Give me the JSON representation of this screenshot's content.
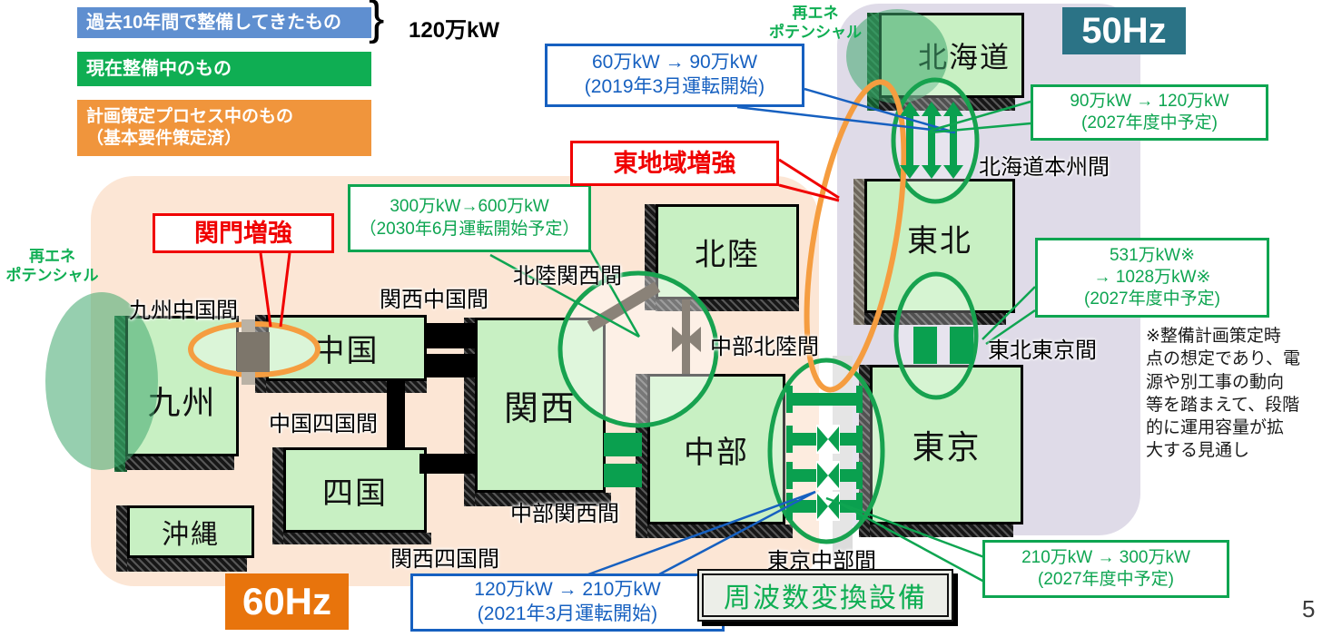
{
  "page": {
    "number": "5"
  },
  "legend": {
    "past10": "過去10年間で整備してきたもの",
    "past10_value": "120万kW",
    "current": "現在整備中のもの",
    "planning_line1": "計画策定プロセス中のもの",
    "planning_line2": "（基本要件策定済）",
    "colors": {
      "past10": "#5f8fd0",
      "current": "#0fae53",
      "planning": "#f0953c"
    }
  },
  "zones": {
    "east": "50Hz",
    "west": "60Hz",
    "east_color": "#2b7386",
    "west_color": "#e8740c"
  },
  "regions": {
    "hokkaido": "北海道",
    "tohoku": "東北",
    "tokyo": "東京",
    "chubu": "中部",
    "hokuriku": "北陸",
    "kansai": "関西",
    "chugoku": "中国",
    "shikoku": "四国",
    "kyushu": "九州",
    "okinawa": "沖縄"
  },
  "links": {
    "hokkaido_honshu": "北海道本州間",
    "tohoku_tokyo": "東北東京間",
    "tokyo_chubu": "東京中部間",
    "chubu_hokuriku": "中部北陸間",
    "hokuriku_kansai": "北陸関西間",
    "kansai_chugoku": "関西中国間",
    "chubu_kansai": "中部関西間",
    "chugoku_shikoku": "中国四国間",
    "kansai_shikoku": "関西四国間",
    "kyushu_chugoku": "九州中国間"
  },
  "callouts": {
    "hokkaido_honshu_done": {
      "line1": "60万kW → 90万kW",
      "line2": "(2019年3月運転開始)"
    },
    "tokyo_chubu_done": {
      "line1": "120万kW → 210万kW",
      "line2": "(2021年3月運転開始)"
    },
    "kansai_hokuriku_plan": {
      "line1": "300万kW→600万kW",
      "line2": "（2030年6月運転開始予定）"
    },
    "hokkaido_honshu_plan": {
      "line1": "90万kW → 120万kW",
      "line2": "(2027年度中予定)"
    },
    "tohoku_tokyo_plan": {
      "line1": "531万kW※",
      "line2": "→ 1028万kW※",
      "line3": "(2027年度中予定)"
    },
    "tokyo_chubu_plan": {
      "line1": "210万kW → 300万kW",
      "line2": "(2027年度中予定)"
    },
    "kanmon": "関門増強",
    "east_area": "東地域増強"
  },
  "renewable": {
    "label": "再エネ\nポテンシャル"
  },
  "frequency_converter": "周波数変換設備",
  "note": "※整備計画策定時\n点の想定であり、電\n源や別工事の動向\n等を踏まえて、段階\n的に運用容量が拡\n大する見通し",
  "accent_colors": {
    "link_green": "#0aa04f",
    "highlight_green": "#17a24f",
    "highlight_orange": "#f59d40",
    "callout_blue": "#1660c0",
    "callout_red": "#f00000"
  }
}
